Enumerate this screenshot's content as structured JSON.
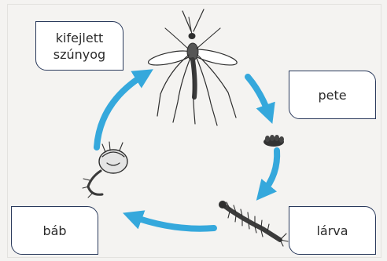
{
  "stages": {
    "adult": {
      "line1": "kifejlett",
      "line2": "szúnyog"
    },
    "egg": {
      "label": "pete"
    },
    "larva": {
      "label": "lárva"
    },
    "pupa": {
      "label": "báb"
    }
  },
  "colors": {
    "arrow": "#35a8dc",
    "box_border": "#2a3a5c",
    "background": "#f4f3f1",
    "insect": "#2e2e2e"
  }
}
